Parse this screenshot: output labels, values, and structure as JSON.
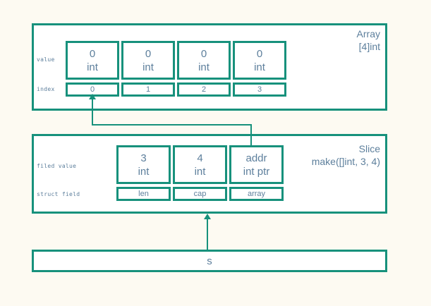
{
  "background_color": "#fdfaf2",
  "accent_color": "#17917c",
  "text_color": "#5d7f9c",
  "array_panel": {
    "caption_line1": "Array",
    "caption_line2": "[4]int",
    "row_labels": {
      "value": "value",
      "index": "index"
    },
    "cells": [
      {
        "value": "0",
        "type": "int",
        "index": "0"
      },
      {
        "value": "0",
        "type": "int",
        "index": "1"
      },
      {
        "value": "0",
        "type": "int",
        "index": "2"
      },
      {
        "value": "0",
        "type": "int",
        "index": "3"
      }
    ]
  },
  "slice_panel": {
    "caption_line1": "Slice",
    "caption_line2": "make([]int, 3, 4)",
    "row_labels": {
      "value": "filed value",
      "field": "struct field"
    },
    "cells": [
      {
        "value": "3",
        "type": "int",
        "field": "len"
      },
      {
        "value": "4",
        "type": "int",
        "field": "cap"
      },
      {
        "value": "addr",
        "type": "int ptr",
        "field": "array"
      }
    ]
  },
  "variable_box": {
    "label": "s"
  }
}
